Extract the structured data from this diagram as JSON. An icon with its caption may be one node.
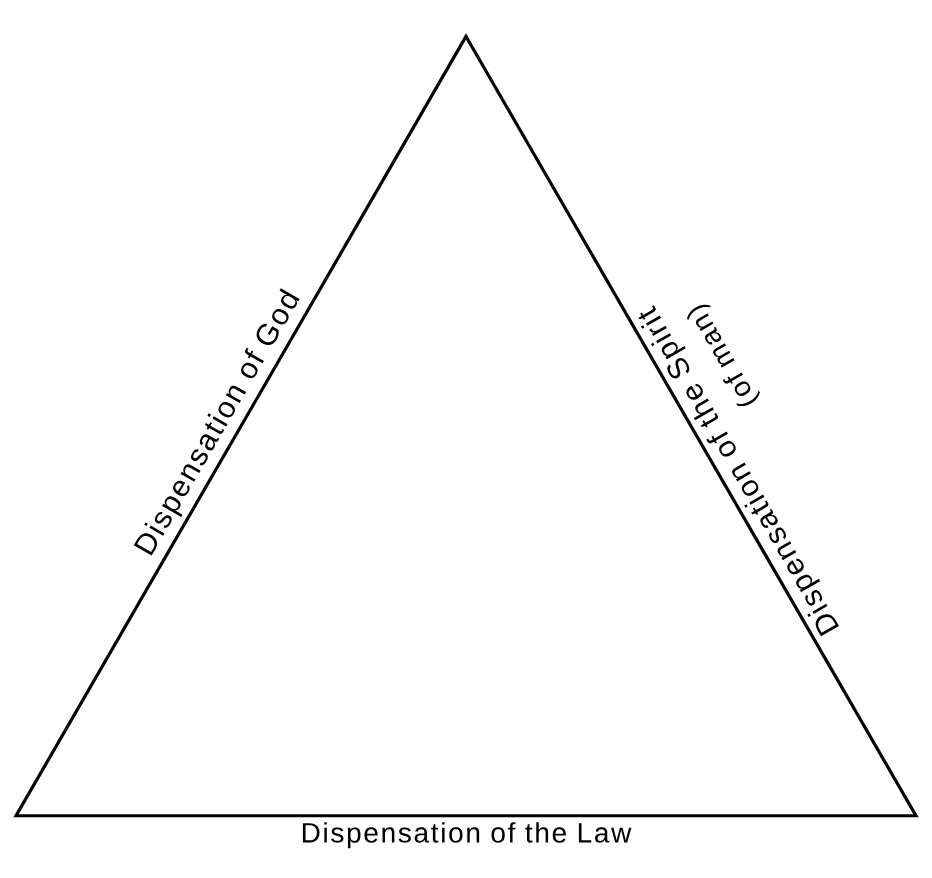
{
  "diagram": {
    "nodes": [
      {
        "text": [
          "Dispensation of the Spirit",
          "(of man)"
        ],
        "beside": [
          "Dispensation of God",
          "Dispensation of the Law"
        ]
      }
    ]
  }
}
